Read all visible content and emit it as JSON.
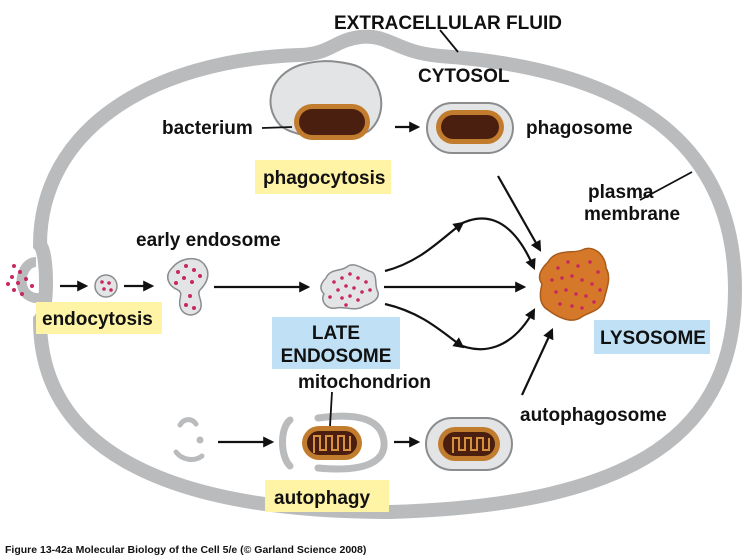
{
  "labels": {
    "extracellular_fluid": "EXTRACELLULAR FLUID",
    "cytosol": "CYTOSOL",
    "bacterium": "bacterium",
    "phagosome": "phagosome",
    "phagocytosis": "phagocytosis",
    "plasma": "plasma",
    "membrane": "membrane",
    "early_endosome": "early endosome",
    "endocytosis": "endocytosis",
    "late": "LATE",
    "endosome": "ENDOSOME",
    "lysosome": "LYSOSOME",
    "mitochondrion": "mitochondrion",
    "autophagosome": "autophagosome",
    "autophagy": "autophagy"
  },
  "caption": "Figure 13-42a  Molecular Biology of the Cell 5/e (© Garland Science 2008)",
  "colors": {
    "membrane": "#b9bbbd",
    "membrane_edge": "#6d6f71",
    "vesicle_fill": "#e3e4e5",
    "cargo_dot": "#c8285f",
    "bacterium_dark": "#4a1f0f",
    "bacterium_ring": "#c27c2e",
    "lysosome_fill": "#d5782a",
    "highlight_yellow": "#fff3a6",
    "highlight_blue": "#bfe0f5"
  }
}
